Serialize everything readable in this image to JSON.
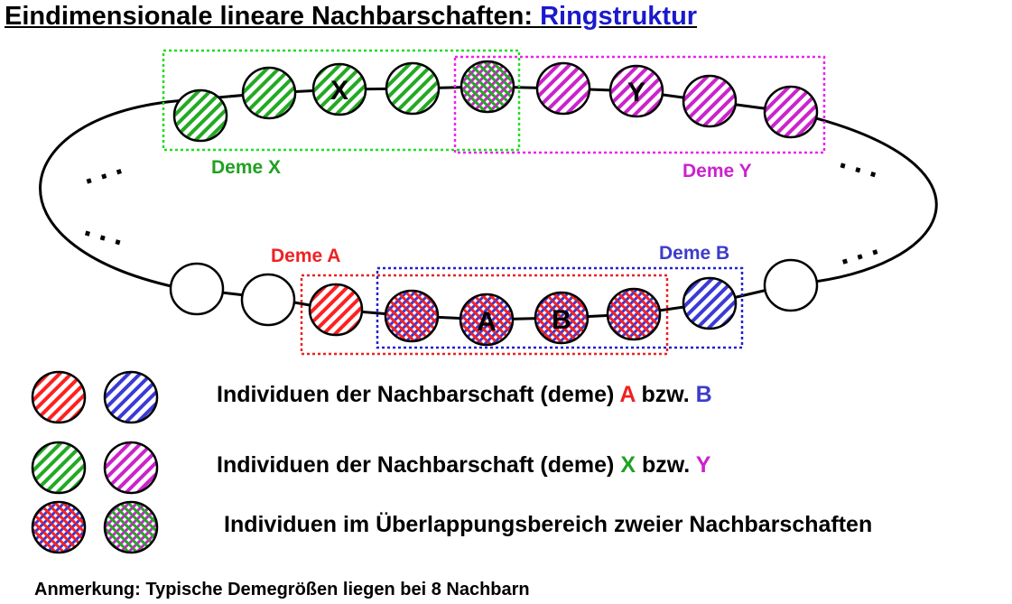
{
  "title": {
    "prefix": "Eindimensionale lineare Nachbarschaften: ",
    "link": "Ringstruktur"
  },
  "colors": {
    "red": "#ff2020",
    "blue": "#3a3ad6",
    "green": "#22aa22",
    "magenta": "#cc22cc",
    "red_label": "#ee2222",
    "blue_label": "#3c3ccc",
    "green_label": "#22a022",
    "magenta_label": "#cc22cc"
  },
  "demes": {
    "x": "Deme X",
    "y": "Deme Y",
    "a": "Deme A",
    "b": "Deme B"
  },
  "circle_letters": {
    "x": "X",
    "y": "Y",
    "a": "A",
    "b": "B"
  },
  "ellipsis": "...",
  "legend": [
    {
      "text": "Individuen der Nachbarschaft (deme) ",
      "key1": "A",
      "sep": " bzw. ",
      "key2": "B",
      "icons": [
        "red-hatch-icon",
        "blue-hatch-icon"
      ]
    },
    {
      "text": "Individuen der Nachbarschaft (deme) ",
      "key1": "X",
      "sep": " bzw. ",
      "key2": "Y",
      "icons": [
        "green-hatch-icon",
        "magenta-hatch-icon"
      ]
    },
    {
      "text": "Individuen im Überlappungsbereich zweier Nachbarschaften",
      "icons": [
        "red-blue-crosshatch-icon",
        "green-magenta-crosshatch-icon"
      ]
    }
  ],
  "note": "Anmerkung: Typische Demegrößen liegen bei 8 Nachbarn"
}
